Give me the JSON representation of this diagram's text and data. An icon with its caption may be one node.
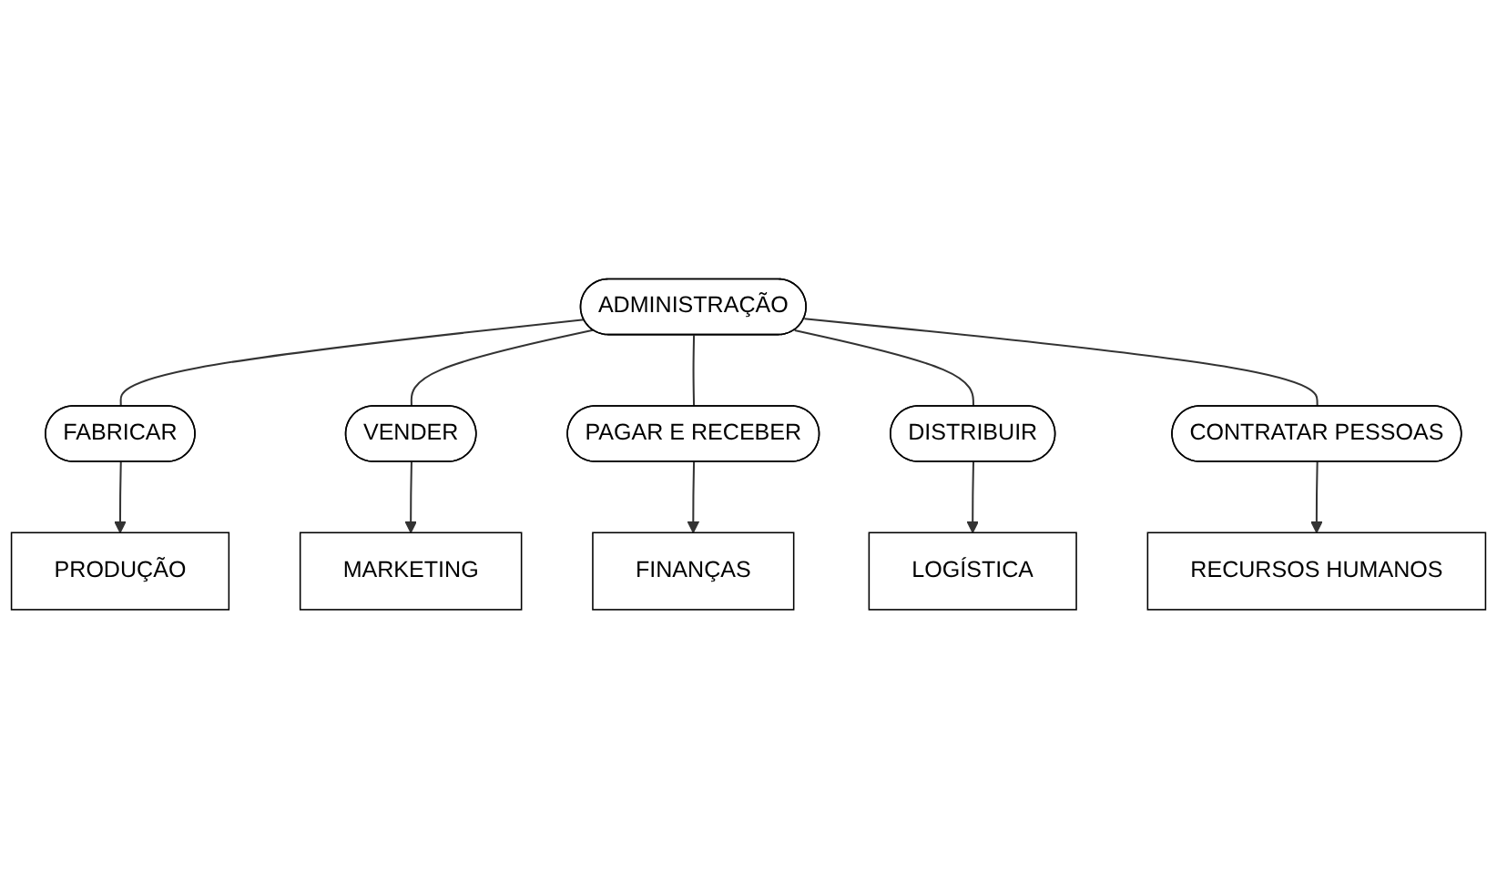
{
  "diagram": {
    "nodes": [
      {
        "text": [
          "ADMINISTRAÇÃO"
        ]
      },
      {
        "text": [
          "FABRICAR"
        ]
      },
      {
        "text": [
          "VENDER"
        ]
      },
      {
        "text": [
          "PAGAR E RECEBER"
        ]
      },
      {
        "text": [
          "DISTRIBUIR"
        ]
      },
      {
        "text": [
          "CONTRATAR PESSOAS"
        ]
      },
      {
        "text": [
          "PRODUÇÃO"
        ]
      },
      {
        "text": [
          "MARKETING"
        ]
      },
      {
        "text": [
          "FINANÇAS"
        ]
      },
      {
        "text": [
          "LOGÍSTICA"
        ]
      },
      {
        "text": [
          "RECURSOS HUMANOS"
        ]
      }
    ],
    "edges": [
      {
        "from": 0,
        "to": 1,
        "arrow": "none"
      },
      {
        "from": 0,
        "to": 2,
        "arrow": "none"
      },
      {
        "from": 0,
        "to": 3,
        "arrow": "none"
      },
      {
        "from": 0,
        "to": 4,
        "arrow": "none"
      },
      {
        "from": 0,
        "to": 5,
        "arrow": "none"
      },
      {
        "from": 1,
        "to": 6,
        "arrow": "to"
      },
      {
        "from": 2,
        "to": 7,
        "arrow": "to"
      },
      {
        "from": 3,
        "to": 8,
        "arrow": "to"
      },
      {
        "from": 4,
        "to": 9,
        "arrow": "to"
      },
      {
        "from": 5,
        "to": 10,
        "arrow": "to"
      }
    ]
  }
}
